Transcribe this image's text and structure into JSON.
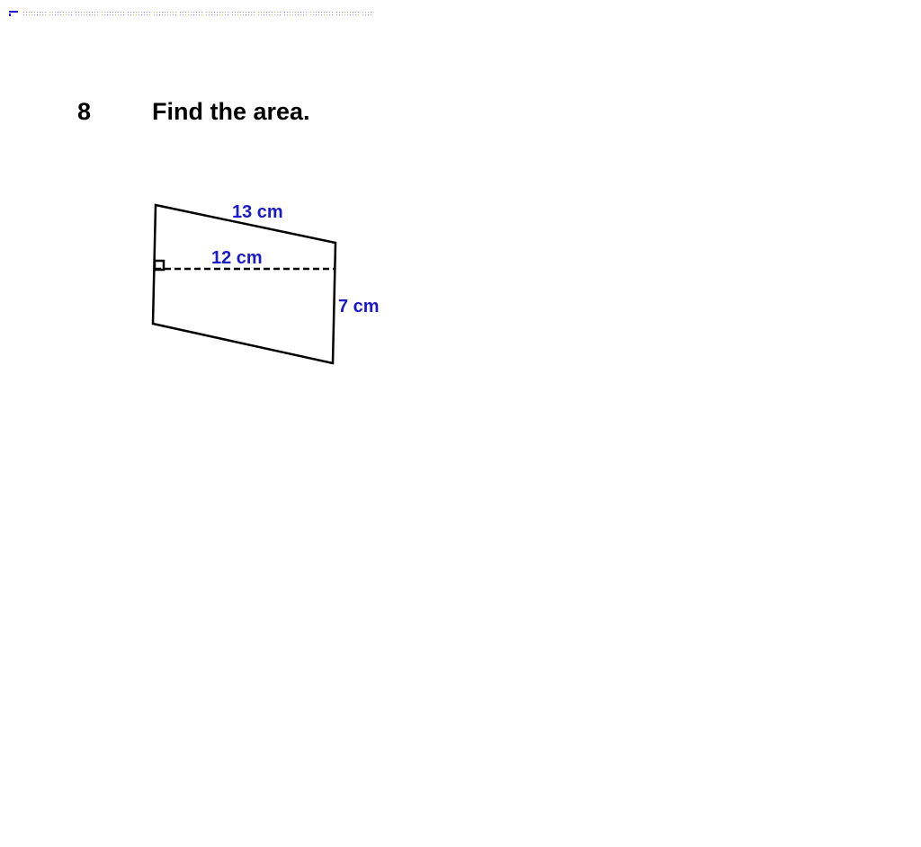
{
  "question": {
    "number": "8",
    "prompt": "Find the area."
  },
  "figure": {
    "shape": "parallelogram",
    "labels": {
      "top_side": "13 cm",
      "height": "12 cm",
      "right_side": "7 cm"
    },
    "right_angle_marker": true,
    "label_color": "#1a1acc",
    "outline_color": "#000000"
  }
}
